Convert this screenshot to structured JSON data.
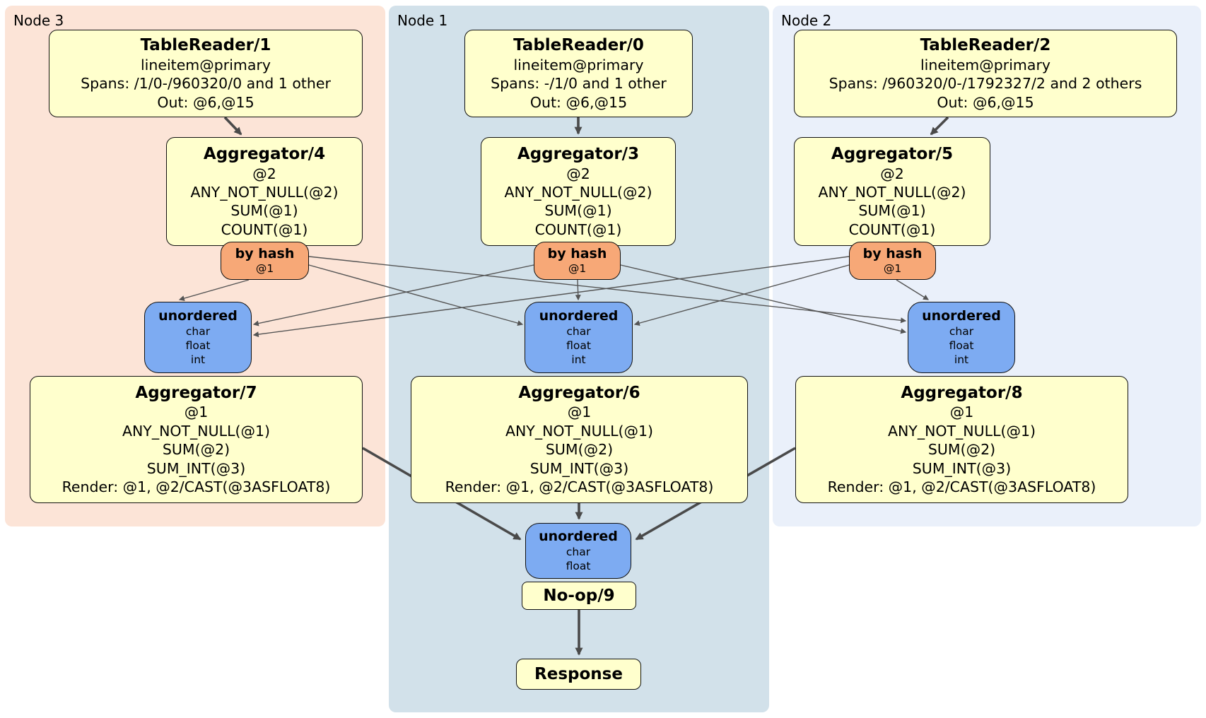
{
  "colors": {
    "node3_bg": "#fce4d7",
    "node1_bg": "#d2e1ea",
    "node2_bg": "#eaf0fa",
    "processor_fill": "#ffffcd",
    "router_fill": "#f7a877",
    "sync_fill": "#7dabf2",
    "edge": "#4a4a4a"
  },
  "node_groups": [
    {
      "label": "Node 3",
      "tablereader": {
        "title": "TableReader/1",
        "lines": [
          "lineitem@primary",
          "Spans: /1/0-/960320/0 and 1 other",
          "Out: @6,@15"
        ]
      },
      "aggregator": {
        "title": "Aggregator/4",
        "lines": [
          "@2",
          "ANY_NOT_NULL(@2)",
          "SUM(@1)",
          "COUNT(@1)"
        ]
      },
      "router": {
        "title": "by hash",
        "key": "@1"
      },
      "sync": {
        "title": "unordered",
        "lines": [
          "char",
          "float",
          "int"
        ]
      },
      "aggregator2": {
        "title": "Aggregator/7",
        "lines": [
          "@1",
          "ANY_NOT_NULL(@1)",
          "SUM(@2)",
          "SUM_INT(@3)",
          "Render: @1, @2/CAST(@3ASFLOAT8)"
        ]
      }
    },
    {
      "label": "Node 1",
      "tablereader": {
        "title": "TableReader/0",
        "lines": [
          "lineitem@primary",
          "Spans: -/1/0 and 1 other",
          "Out: @6,@15"
        ]
      },
      "aggregator": {
        "title": "Aggregator/3",
        "lines": [
          "@2",
          "ANY_NOT_NULL(@2)",
          "SUM(@1)",
          "COUNT(@1)"
        ]
      },
      "router": {
        "title": "by hash",
        "key": "@1"
      },
      "sync": {
        "title": "unordered",
        "lines": [
          "char",
          "float",
          "int"
        ]
      },
      "aggregator2": {
        "title": "Aggregator/6",
        "lines": [
          "@1",
          "ANY_NOT_NULL(@1)",
          "SUM(@2)",
          "SUM_INT(@3)",
          "Render: @1, @2/CAST(@3ASFLOAT8)"
        ]
      }
    },
    {
      "label": "Node 2",
      "tablereader": {
        "title": "TableReader/2",
        "lines": [
          "lineitem@primary",
          "Spans: /960320/0-/1792327/2 and 2 others",
          "Out: @6,@15"
        ]
      },
      "aggregator": {
        "title": "Aggregator/5",
        "lines": [
          "@2",
          "ANY_NOT_NULL(@2)",
          "SUM(@1)",
          "COUNT(@1)"
        ]
      },
      "router": {
        "title": "by hash",
        "key": "@1"
      },
      "sync": {
        "title": "unordered",
        "lines": [
          "char",
          "float",
          "int"
        ]
      },
      "aggregator2": {
        "title": "Aggregator/8",
        "lines": [
          "@1",
          "ANY_NOT_NULL(@1)",
          "SUM(@2)",
          "SUM_INT(@3)",
          "Render: @1, @2/CAST(@3ASFLOAT8)"
        ]
      }
    }
  ],
  "final_stage": {
    "sync": {
      "title": "unordered",
      "lines": [
        "char",
        "float"
      ]
    },
    "noop": {
      "title": "No-op/9"
    },
    "response": {
      "title": "Response"
    }
  }
}
